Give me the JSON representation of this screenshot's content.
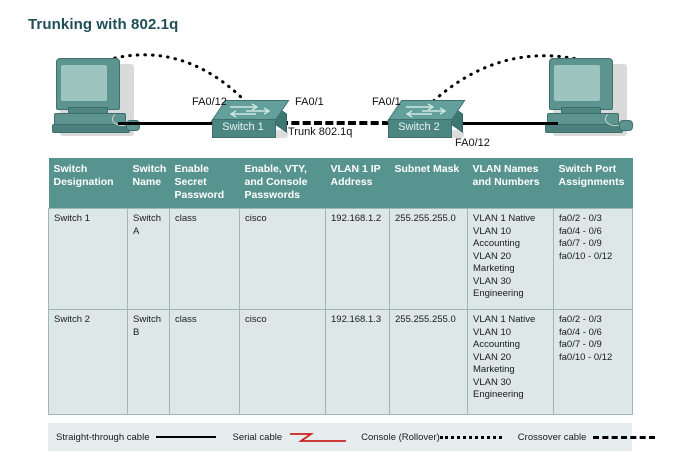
{
  "title": "Trunking with 802.1q",
  "diagram": {
    "pc_left_name": "pc-left",
    "pc_right_name": "pc-right",
    "switch1_label": "Switch 1",
    "switch2_label": "Switch 2",
    "port_left_fa012": "FA0/12",
    "port_sw1_fa01": "FA0/1",
    "port_sw2_fa01": "FA0/1",
    "port_right_fa012": "FA0/12",
    "trunk_label": "Trunk 802.1q",
    "colors": {
      "device_teal": "#5d9490",
      "device_dark": "#3e6f6c",
      "title": "#1f4e57"
    }
  },
  "table": {
    "headers": [
      "Switch Designation",
      "Switch Name",
      "Enable Secret Password",
      "Enable, VTY, and Console Passwords",
      "VLAN 1 IP Address",
      "Subnet Mask",
      "VLAN Names and Numbers",
      "Switch Port Assignments"
    ],
    "rows": [
      {
        "designation": "Switch 1",
        "name": "Switch A",
        "secret": "class",
        "passwords": "cisco",
        "ip": "192.168.1.2",
        "mask": "255.255.255.0",
        "vlans": [
          "VLAN 1 Native",
          "VLAN 10",
          "Accounting",
          "VLAN 20",
          "Marketing",
          "VLAN 30",
          "Engineering"
        ],
        "ports": [
          "fa0/2 - 0/3",
          "fa0/4 - 0/6",
          "fa0/7 - 0/9",
          "fa0/10 - 0/12"
        ]
      },
      {
        "designation": "Switch 2",
        "name": "Switch B",
        "secret": "class",
        "passwords": "cisco",
        "ip": "192.168.1.3",
        "mask": "255.255.255.0",
        "vlans": [
          "VLAN 1 Native",
          "VLAN 10",
          "Accounting",
          "VLAN 20",
          "Marketing",
          "VLAN 30",
          "Engineering"
        ],
        "ports": [
          "fa0/2 - 0/3",
          "fa0/4 - 0/6",
          "fa0/7 - 0/9",
          "fa0/10 - 0/12"
        ]
      }
    ],
    "header_bg": "#57938f",
    "cell_bg": "#dde7e8"
  },
  "legend": {
    "straight_through": "Straight-through cable",
    "serial": "Serial cable",
    "console": "Console (Rollover)",
    "crossover": "Crossover cable",
    "serial_color": "#cc2222"
  }
}
